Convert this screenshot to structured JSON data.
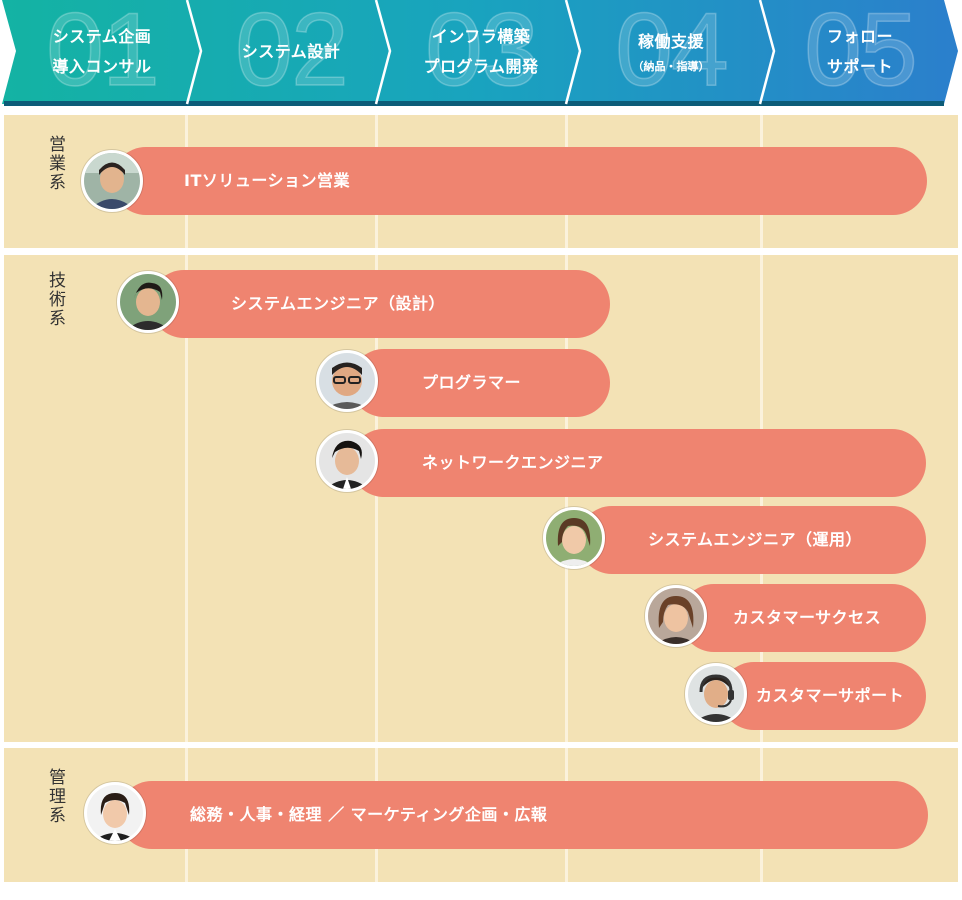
{
  "steps": [
    {
      "num": "01",
      "lines": [
        "システム企画",
        "導入コンサル"
      ],
      "sub": ""
    },
    {
      "num": "02",
      "lines": [
        "システム設計"
      ],
      "sub": ""
    },
    {
      "num": "03",
      "lines": [
        "インフラ構築",
        "プログラム開発"
      ],
      "sub": ""
    },
    {
      "num": "04",
      "lines": [
        "稼働支援"
      ],
      "sub": "（納品・指導）"
    },
    {
      "num": "05",
      "lines": [
        "フォロー",
        "サポート"
      ],
      "sub": ""
    }
  ],
  "groups": [
    {
      "label": "営業系"
    },
    {
      "label": "技術系"
    },
    {
      "label": "管理系"
    }
  ],
  "roles": [
    {
      "label": "ITソリューション営業",
      "group": "営業系"
    },
    {
      "label": "システムエンジニア（設計）",
      "group": "技術系"
    },
    {
      "label": "プログラマー",
      "group": "技術系"
    },
    {
      "label": "ネットワークエンジニア",
      "group": "技術系"
    },
    {
      "label": "システムエンジニア（運用）",
      "group": "技術系"
    },
    {
      "label": "カスタマーサクセス",
      "group": "技術系"
    },
    {
      "label": "カスタマーサポート",
      "group": "技術系"
    },
    {
      "label": "総務・人事・経理 ／ マーケティング企画・広報",
      "group": "管理系"
    }
  ],
  "colors": {
    "arrow_start": "#14b3a3",
    "arrow_end": "#2b7fcc",
    "bar": "#ef8470",
    "panel": "#f3e2b5"
  }
}
